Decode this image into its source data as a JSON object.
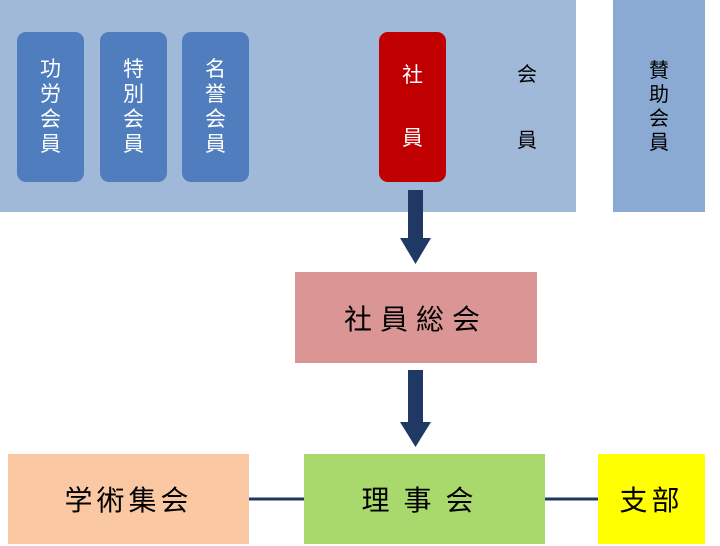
{
  "members": {
    "koro": [
      "功",
      "労",
      "会",
      "員"
    ],
    "tokubetsu": [
      "特",
      "別",
      "会",
      "員"
    ],
    "meiyo": [
      "名",
      "誉",
      "会",
      "員"
    ],
    "shain": [
      "社",
      "員"
    ],
    "label": [
      "会",
      "員"
    ]
  },
  "sanjo": [
    "賛",
    "助",
    "会",
    "員"
  ],
  "general_assembly": "社員総会",
  "board": "理事会",
  "academic": "学術集会",
  "branch": "支部",
  "colors": {
    "members_bg": "#a0b9d9",
    "member_pill": "#4f7dbd",
    "shain_pill": "#c00000",
    "sanjo_bg": "#8aaad3",
    "general_bg": "#da9694",
    "board_bg": "#a9d96d",
    "academic_bg": "#fac8a2",
    "branch_bg": "#ffff00",
    "connector": "#1f3864"
  }
}
